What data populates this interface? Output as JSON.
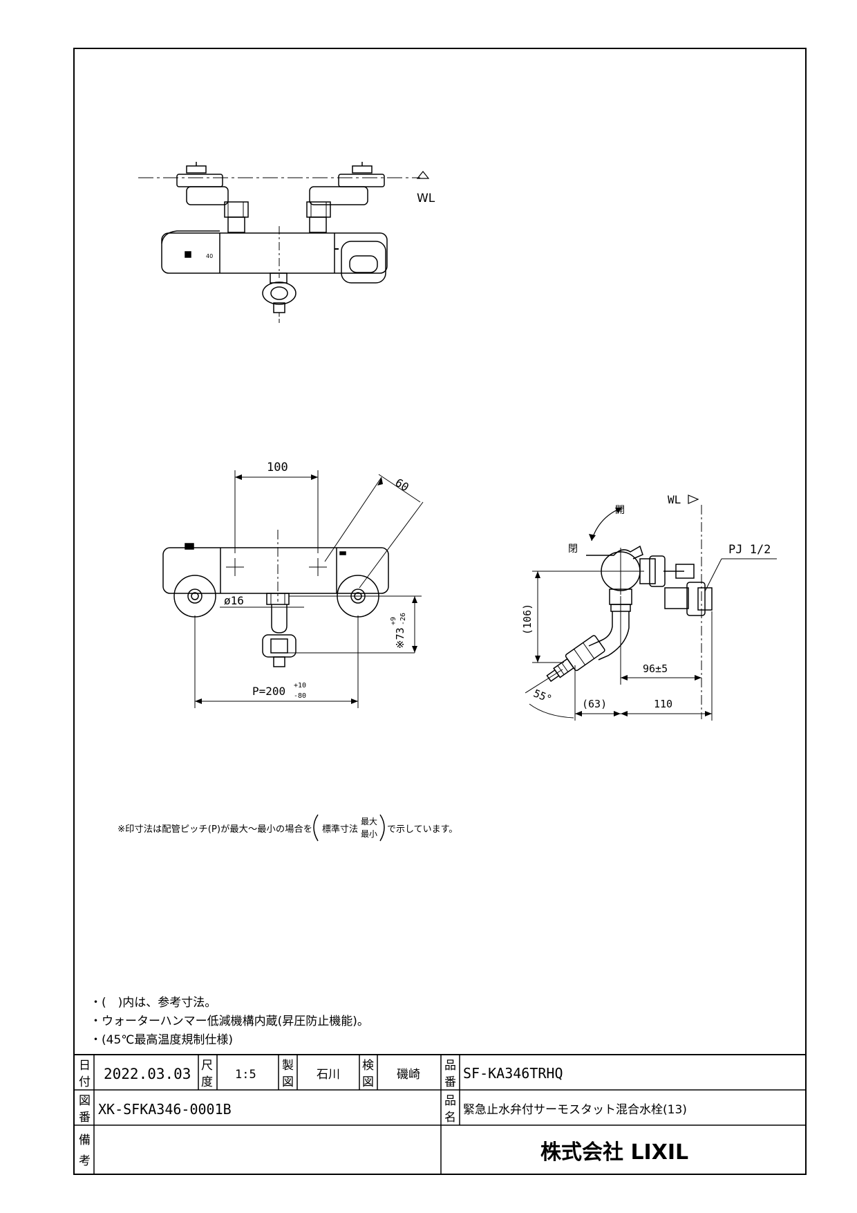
{
  "top_view": {
    "wl_label": "WL",
    "temp_mark": "40"
  },
  "front_view": {
    "dim_pitch_top": "100",
    "dim_angle_60": "60",
    "dim_diameter": "ø16",
    "dim_pitch_bottom": "P=200",
    "dim_pitch_tol_upper": "+10",
    "dim_pitch_tol_lower": "-80",
    "dim_height": "※73",
    "dim_height_tol_upper": "+9",
    "dim_height_tol_lower": "-26"
  },
  "side_view": {
    "label_open": "開",
    "label_close": "閉",
    "wl_label": "WL",
    "pipe_label": "PJ 1/2",
    "dim_106": "(106)",
    "dim_96": "96±5",
    "dim_63": "(63)",
    "dim_110": "110",
    "dim_angle_55": "55°"
  },
  "note_star": {
    "prefix": "※印寸法は配管ピッチ(P)が最大～最小の場合を",
    "std": "標準寸法",
    "max": "最大",
    "min": "最小",
    "suffix": "で示しています。"
  },
  "notes": [
    "・(　)内は、参考寸法。",
    "・ウォーターハンマー低減機構内蔵(昇圧防止機能)。",
    "・(45℃最高温度規制仕様)"
  ],
  "title_block": {
    "date_label": [
      "日",
      "付"
    ],
    "date_value": "2022.03.03",
    "scale_label": [
      "尺",
      "度"
    ],
    "scale_value": "1:5",
    "drawn_label": [
      "製",
      "図"
    ],
    "drawn_value": "石川",
    "checked_label": [
      "検",
      "図"
    ],
    "checked_value": "磯崎",
    "part_no_label": [
      "品",
      "番"
    ],
    "part_no_value": "SF-KA346TRHQ",
    "drawing_no_label": [
      "図",
      "番"
    ],
    "drawing_no_value": "XK-SFKA346-0001B",
    "product_name_label": [
      "品",
      "名"
    ],
    "product_name_value": "緊急止水弁付サーモスタット混合水栓(13)",
    "remarks_label": [
      "備",
      "考"
    ],
    "company": "株式会社 LIXIL"
  }
}
